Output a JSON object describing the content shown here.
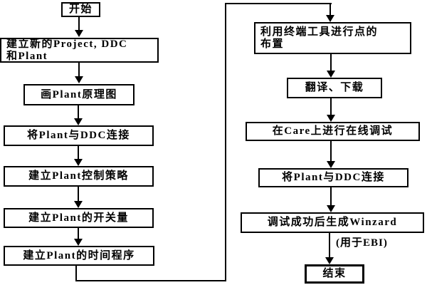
{
  "diagram": {
    "type": "flowchart",
    "colors": {
      "line": "#000000",
      "background": "#ffffff",
      "box_fill": "#ffffff",
      "text": "#000000"
    },
    "left_column": [
      {
        "id": "start",
        "label": "开始"
      },
      {
        "id": "create-project",
        "label": "建立新的Project, DDC\n和Plant"
      },
      {
        "id": "draw-plant",
        "label": "画Plant原理图"
      },
      {
        "id": "connect-plant-ddc",
        "label": "将Plant与DDC连接"
      },
      {
        "id": "control-strategy",
        "label": "建立Plant控制策略"
      },
      {
        "id": "switch-values",
        "label": "建立Plant的开关量"
      },
      {
        "id": "time-program",
        "label": "建立Plant的时间程序"
      }
    ],
    "right_column": [
      {
        "id": "terminal-tool",
        "label": "利用终端工具进行点的\n布置"
      },
      {
        "id": "translate-download",
        "label": "翻译、下载"
      },
      {
        "id": "care-debug",
        "label": "在Care上进行在线调试"
      },
      {
        "id": "connect-plant-ddc-2",
        "label": "将Plant与DDC连接"
      },
      {
        "id": "generate-winzard",
        "label": "调试成功后生成Winzard"
      },
      {
        "id": "end",
        "label": "结束"
      }
    ],
    "annotations": [
      {
        "id": "ebi-note",
        "label": "(用于EBI)"
      }
    ]
  }
}
